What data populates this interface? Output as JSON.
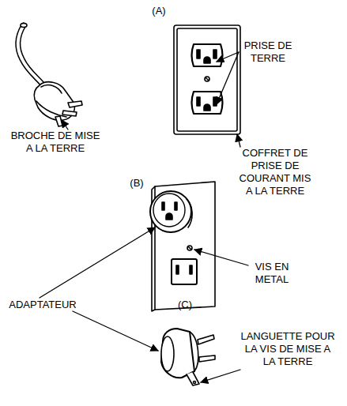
{
  "diagram": {
    "labels": [
      "(A)",
      "PRISE DE TERRE",
      "BROCHE DE MISE A LA TERRE",
      "COFFRET DE PRISE DE COURANT MIS A LA TERRE",
      "(B)",
      "VIS EN METAL",
      "ADAPTATEUR",
      "(C)",
      "LANGUETTE POUR LA VIS DE MISE A LA TERRE"
    ]
  }
}
